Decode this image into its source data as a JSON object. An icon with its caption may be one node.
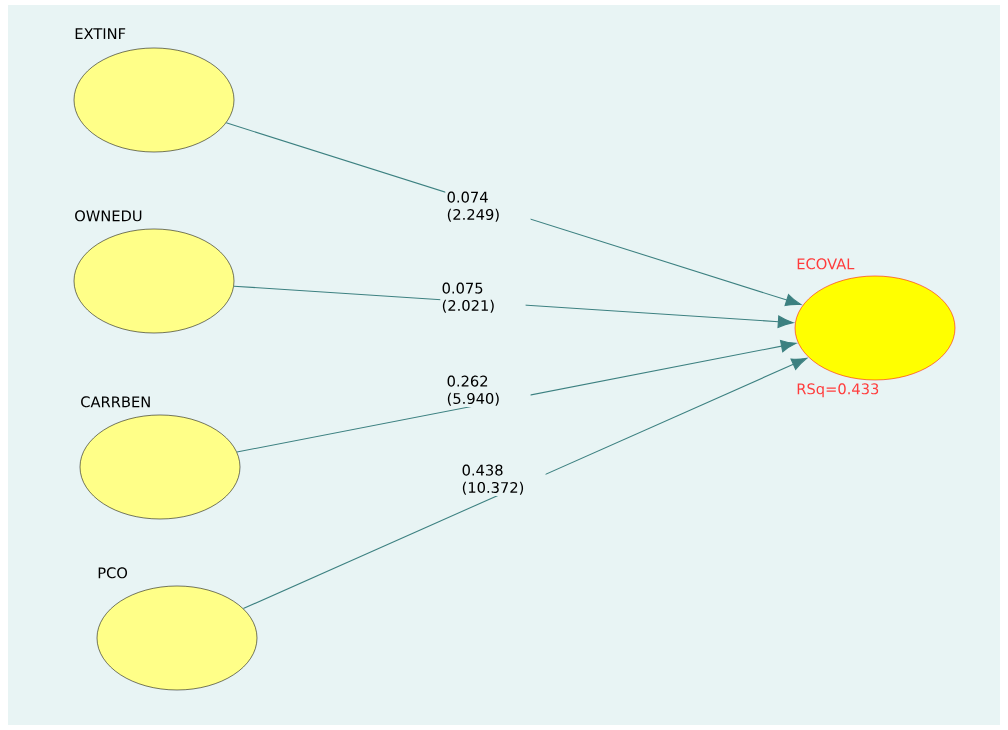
{
  "diagram": {
    "nodes": [
      {
        "text": [
          "EXTINF"
        ]
      },
      {
        "text": [
          "OWNEDU"
        ]
      },
      {
        "text": [
          "CARRBEN"
        ]
      },
      {
        "text": [
          "PCO"
        ]
      },
      {
        "text": [
          "ECOVAL"
        ],
        "beside": [
          "RSq=0.433"
        ]
      }
    ],
    "edges": [
      {
        "from": 0,
        "to": 4,
        "arrow": "to",
        "label": "0.074 (2.249)"
      },
      {
        "from": 1,
        "to": 4,
        "arrow": "to",
        "label": "0.075 (2.021)"
      },
      {
        "from": 2,
        "to": 4,
        "arrow": "to",
        "label": "0.262 (5.940)"
      },
      {
        "from": 3,
        "to": 4,
        "arrow": "to",
        "label": "0.438 (10.372)"
      }
    ]
  }
}
